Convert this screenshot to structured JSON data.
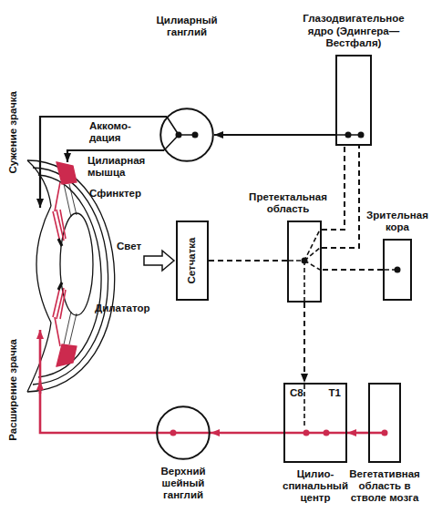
{
  "diagram": {
    "nodes": [
      {
        "text": [
          "Цилиарный ганглий"
        ]
      },
      {
        "text": [
          "Глазодвигательное ядро (Эдингера—Вестфаля)"
        ]
      },
      {
        "text": [
          "Сетчатка"
        ]
      },
      {
        "text": [
          "Претектальная область"
        ]
      },
      {
        "text": [
          "Зрительная кора"
        ]
      },
      {
        "text": [
          "Верхний шейный ганглий"
        ]
      },
      {
        "text": [
          "C8",
          "T1",
          "Цилио- спинальный центр"
        ]
      },
      {
        "text": [
          "Вегетативная область в стволе мозга"
        ]
      }
    ],
    "edges": [
      {
        "from": 2,
        "to": 3,
        "arrow": "none"
      },
      {
        "from": 3,
        "to": 1,
        "arrow": "none"
      },
      {
        "from": 3,
        "to": 1,
        "arrow": "none"
      },
      {
        "from": 4,
        "to": 3,
        "arrow": "none"
      },
      {
        "from": 1,
        "to": 0,
        "arrow": "to"
      },
      {
        "from": 3,
        "to": 6,
        "arrow": "to"
      },
      {
        "from": 7,
        "to": 6,
        "arrow": "to"
      },
      {
        "from": 6,
        "to": 5,
        "arrow": "to"
      }
    ],
    "labels": [
      "Сужение зрачка",
      "Аккомо- дация",
      "Цилиарная мышца",
      "Сфинктер",
      "Свет",
      "Дилататор",
      "Расширение зрачка"
    ]
  }
}
